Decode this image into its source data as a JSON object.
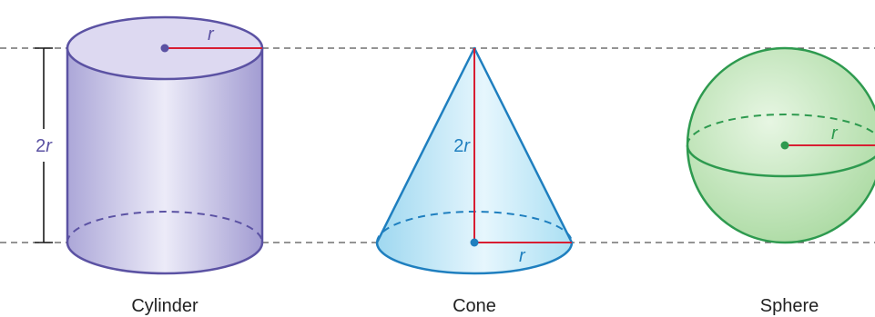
{
  "colors": {
    "cylinder": "#5b52a3",
    "cone": "#1f7fbf",
    "sphere": "#2e9a4f",
    "radius_line": "#d81e32",
    "guide_line": "#555555",
    "dimension": "#1a1a1a"
  },
  "cylinder": {
    "caption": "Cylinder",
    "radius_label": "r",
    "height_coef": "2",
    "height_var": "r"
  },
  "cone": {
    "caption": "Cone",
    "radius_label": "r",
    "height_coef": "2",
    "height_var": "r"
  },
  "sphere": {
    "caption": "Sphere",
    "radius_label": "r"
  }
}
